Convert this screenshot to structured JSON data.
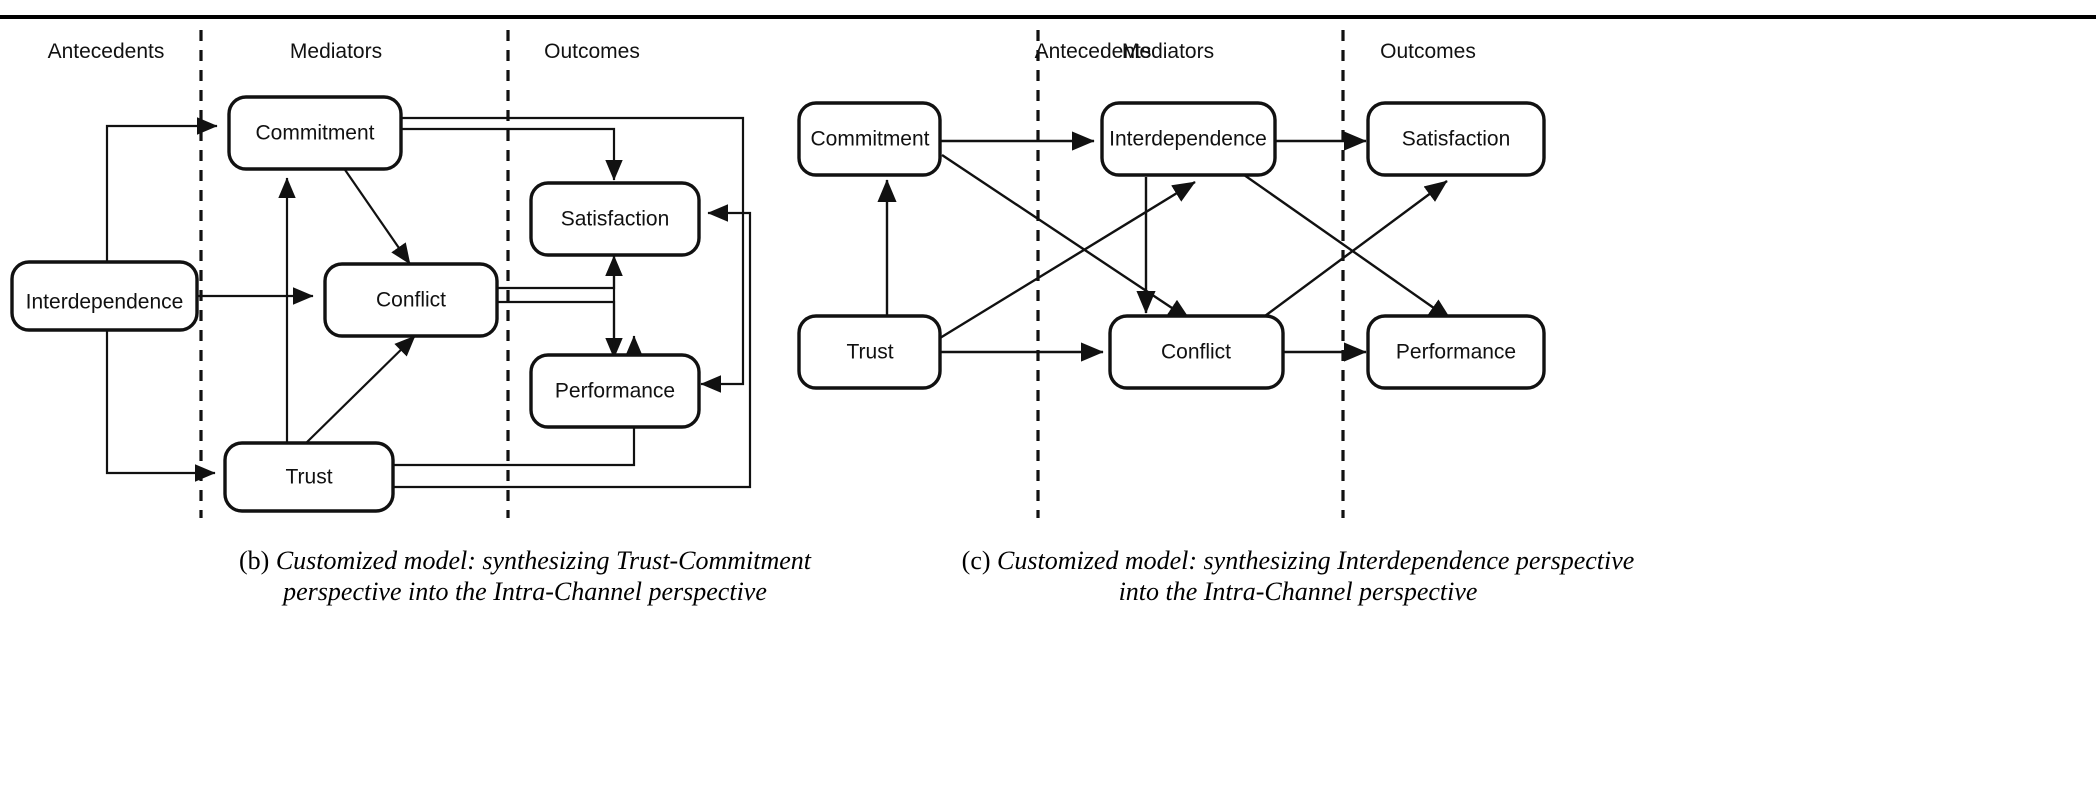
{
  "figure": {
    "top_rule": true,
    "panels": [
      {
        "id": "b",
        "caption_tag": "(b)",
        "caption_line1": "Customized model: synthesizing Trust-Commitment",
        "caption_line2": "perspective into the Intra-Channel perspective",
        "columns": [
          {
            "label": "Antecedents"
          },
          {
            "label": "Mediators"
          },
          {
            "label": "Outcomes"
          }
        ],
        "nodes": [
          {
            "name": "interdependence",
            "label": "Interdependence",
            "column": "Antecedents"
          },
          {
            "name": "commitment",
            "label": "Commitment",
            "column": "Mediators"
          },
          {
            "name": "conflict",
            "label": "Conflict",
            "column": "Mediators"
          },
          {
            "name": "trust",
            "label": "Trust",
            "column": "Mediators"
          },
          {
            "name": "satisfaction",
            "label": "Satisfaction",
            "column": "Outcomes"
          },
          {
            "name": "performance",
            "label": "Performance",
            "column": "Outcomes"
          }
        ],
        "edges": [
          {
            "from": "interdependence",
            "to": "commitment"
          },
          {
            "from": "interdependence",
            "to": "conflict"
          },
          {
            "from": "interdependence",
            "to": "trust"
          },
          {
            "from": "commitment",
            "to": "conflict"
          },
          {
            "from": "commitment",
            "to": "satisfaction"
          },
          {
            "from": "commitment",
            "to": "performance"
          },
          {
            "from": "trust",
            "to": "commitment"
          },
          {
            "from": "trust",
            "to": "conflict"
          },
          {
            "from": "trust",
            "to": "satisfaction"
          },
          {
            "from": "trust",
            "to": "performance"
          },
          {
            "from": "conflict",
            "to": "satisfaction"
          },
          {
            "from": "conflict",
            "to": "performance"
          },
          {
            "from": "performance",
            "to": "satisfaction"
          }
        ]
      },
      {
        "id": "c",
        "caption_tag": "(c)",
        "caption_line1": "Customized model: synthesizing Interdependence perspective",
        "caption_line2": "into the Intra-Channel perspective",
        "columns": [
          {
            "label": "Antecedents"
          },
          {
            "label": "Mediators"
          },
          {
            "label": "Outcomes"
          }
        ],
        "nodes": [
          {
            "name": "commitment",
            "label": "Commitment",
            "column": "Antecedents"
          },
          {
            "name": "trust",
            "label": "Trust",
            "column": "Antecedents"
          },
          {
            "name": "interdependence",
            "label": "Interdependence",
            "column": "Mediators"
          },
          {
            "name": "conflict",
            "label": "Conflict",
            "column": "Mediators"
          },
          {
            "name": "satisfaction",
            "label": "Satisfaction",
            "column": "Outcomes"
          },
          {
            "name": "performance",
            "label": "Performance",
            "column": "Outcomes"
          }
        ],
        "edges": [
          {
            "from": "trust",
            "to": "commitment"
          },
          {
            "from": "commitment",
            "to": "interdependence"
          },
          {
            "from": "commitment",
            "to": "conflict"
          },
          {
            "from": "trust",
            "to": "interdependence"
          },
          {
            "from": "trust",
            "to": "conflict"
          },
          {
            "from": "interdependence",
            "to": "satisfaction"
          },
          {
            "from": "interdependence",
            "to": "conflict"
          },
          {
            "from": "interdependence",
            "to": "performance"
          },
          {
            "from": "conflict",
            "to": "performance"
          },
          {
            "from": "conflict",
            "to": "satisfaction"
          }
        ]
      }
    ],
    "style": {
      "line_color": "#111111",
      "box_stroke": "#111111",
      "box_fill": "#ffffff",
      "divider": "dashed"
    }
  }
}
